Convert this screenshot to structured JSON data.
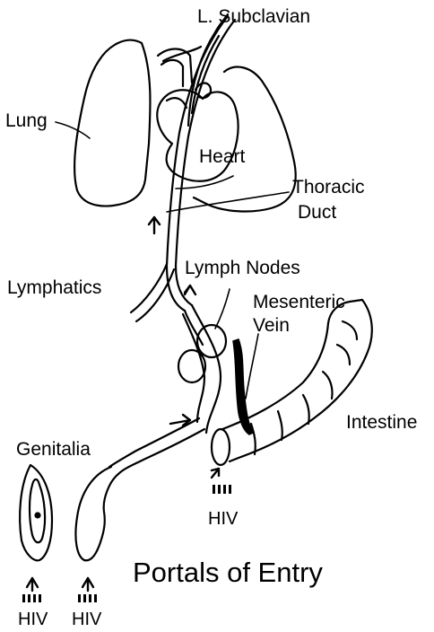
{
  "labels": {
    "subclavian": "L. Subclavian",
    "lung": "Lung",
    "heart": "Heart",
    "thoracic_1": "Thoracic",
    "thoracic_2": "Duct",
    "lymph_nodes": "Lymph Nodes",
    "lymphatics": "Lymphatics",
    "mesenteric_1": "Mesenteric",
    "mesenteric_2": "Vein",
    "intestine": "Intestine",
    "genitalia": "Genitalia",
    "hiv_intestine": "HIV",
    "hiv_left": "HIV",
    "hiv_right": "HIV",
    "title": "Portals of Entry"
  },
  "icons": [
    "arrow-icon",
    "virus-dots-icon"
  ]
}
